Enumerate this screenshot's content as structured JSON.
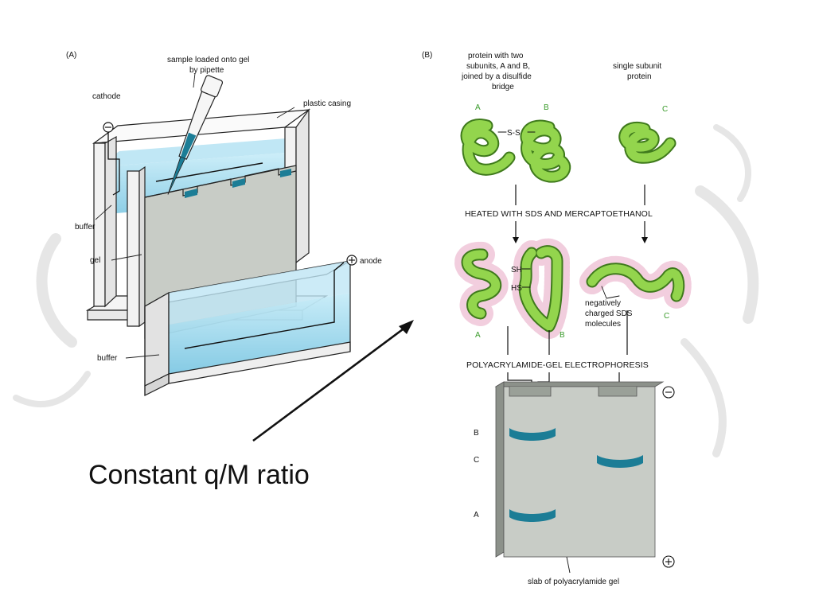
{
  "panel_a": {
    "panel_label": "(A)",
    "sample_label_line1": "sample loaded onto gel",
    "sample_label_line2": "by pipette",
    "cathode_label": "cathode",
    "cathode_symbol": "⊖",
    "plastic_casing_label": "plastic casing",
    "buffer_top_label": "buffer",
    "gel_label": "gel",
    "anode_symbol": "+",
    "anode_label": "anode",
    "buffer_bottom_label": "buffer"
  },
  "panel_b": {
    "panel_label": "(B)",
    "protein_two_line1": "protein with two",
    "protein_two_line2": "subunits, A and B,",
    "protein_two_line3": "joined by a disulfide",
    "protein_two_line4": "bridge",
    "single_line1": "single subunit",
    "single_line2": "protein",
    "letter_a": "A",
    "letter_b": "B",
    "letter_c": "C",
    "ss_label": "S-S",
    "step1": "HEATED WITH SDS AND MERCAPTOETHANOL",
    "sh_label": "SH",
    "hs_label": "HS",
    "sds_line1": "negatively",
    "sds_line2": "charged SDS",
    "sds_line3": "molecules",
    "step2": "POLYACRYLAMIDE-GEL ELECTROPHORESIS",
    "minus_symbol": "−",
    "plus_symbol": "+",
    "band_b": "B",
    "band_c": "C",
    "band_a": "A",
    "slab_label": "slab of polyacrylamide gel"
  },
  "callout": {
    "text": "Constant q/M ratio"
  },
  "colors": {
    "buffer": "#a9dcef",
    "gel": "#c8ccc6",
    "gel_shadow": "#8c918a",
    "band": "#1c7d96",
    "protein": "#8fd24a",
    "protein_outline": "#3f7a1c",
    "sds_halo": "#e7a6c2",
    "accent_text": "#3a9b2b"
  }
}
